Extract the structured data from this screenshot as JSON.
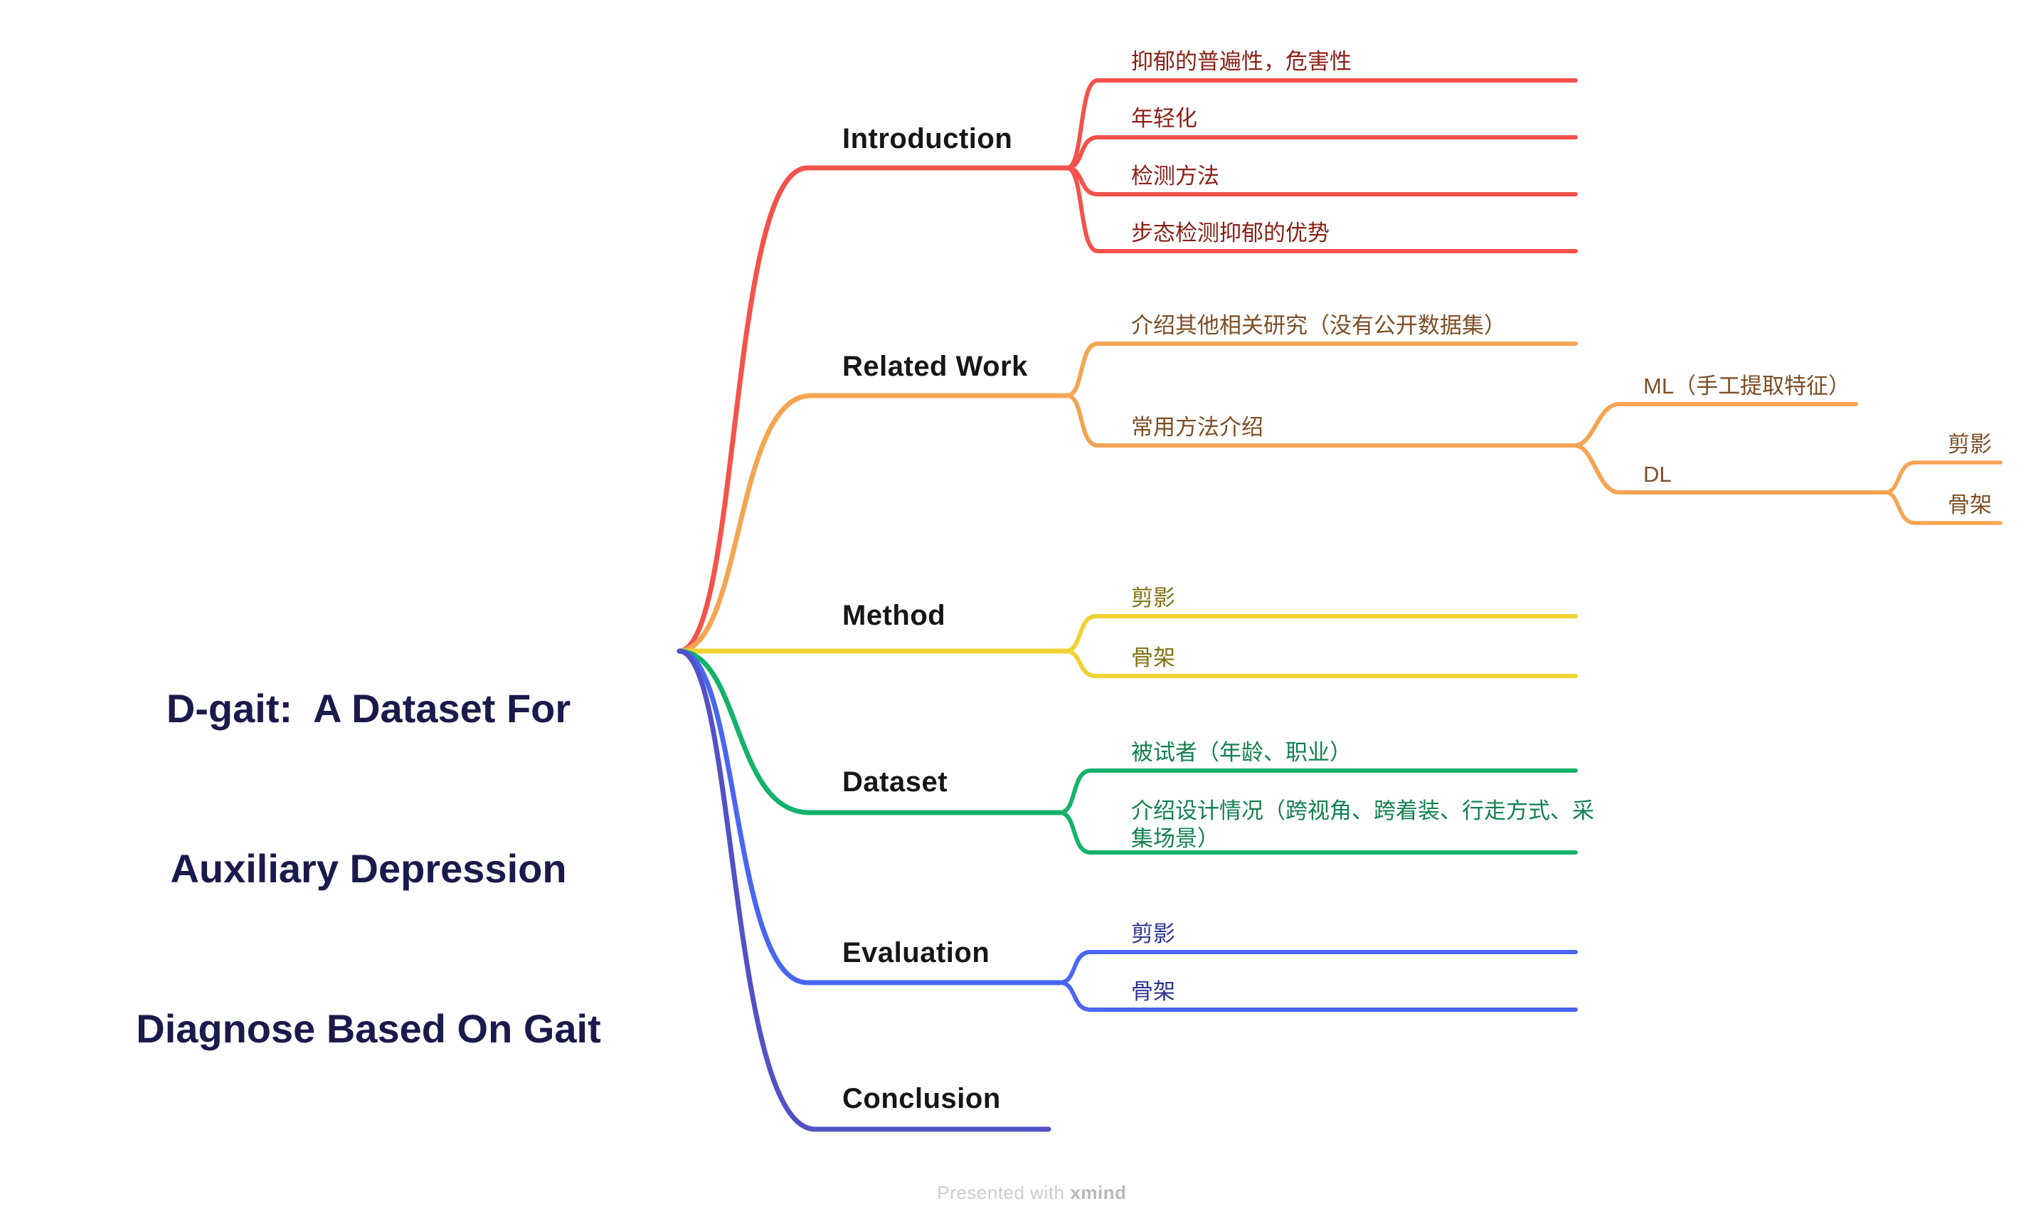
{
  "title": {
    "lines": [
      "D-gait:  A Dataset For",
      "Auxiliary Depression",
      "Diagnose Based On Gait"
    ]
  },
  "palette": {
    "background": "#ffffff",
    "title_color": "#1a1a4d",
    "label_color": "#161616",
    "line_introduction": "#f4524a",
    "text_introduction": "#8a1f15",
    "line_related": "#f5a452",
    "text_related": "#7d4e26",
    "line_method": "#f1d233",
    "text_method": "#80700f",
    "line_dataset": "#14b26b",
    "text_dataset": "#12804f",
    "line_evaluation": "#4966f1",
    "text_evaluation": "#28338c",
    "line_conclusion": "#5351c6",
    "footer_text": "#cdcdcd",
    "footer_brand": "#b9b9b9"
  },
  "branches": {
    "introduction": {
      "label": "Introduction",
      "children": [
        "抑郁的普遍性，危害性",
        "年轻化",
        "检测方法",
        "步态检测抑郁的优势"
      ]
    },
    "related_work": {
      "label": "Related Work",
      "children": [
        "介绍其他相关研究（没有公开数据集）",
        "常用方法介绍"
      ],
      "methods": {
        "ml": "ML（手工提取特征）",
        "dl": "DL",
        "dl_children": [
          "剪影",
          "骨架"
        ]
      }
    },
    "method": {
      "label": "Method",
      "children": [
        "剪影",
        "骨架"
      ]
    },
    "dataset": {
      "label": "Dataset",
      "children": [
        "被试者（年龄、职业）",
        "介绍设计情况（跨视角、跨着装、行走方式、采集场景）"
      ]
    },
    "evaluation": {
      "label": "Evaluation",
      "children": [
        "剪影",
        "骨架"
      ]
    },
    "conclusion": {
      "label": "Conclusion"
    }
  },
  "footer": {
    "prefix": "Presented with",
    "brand": "xmind"
  }
}
